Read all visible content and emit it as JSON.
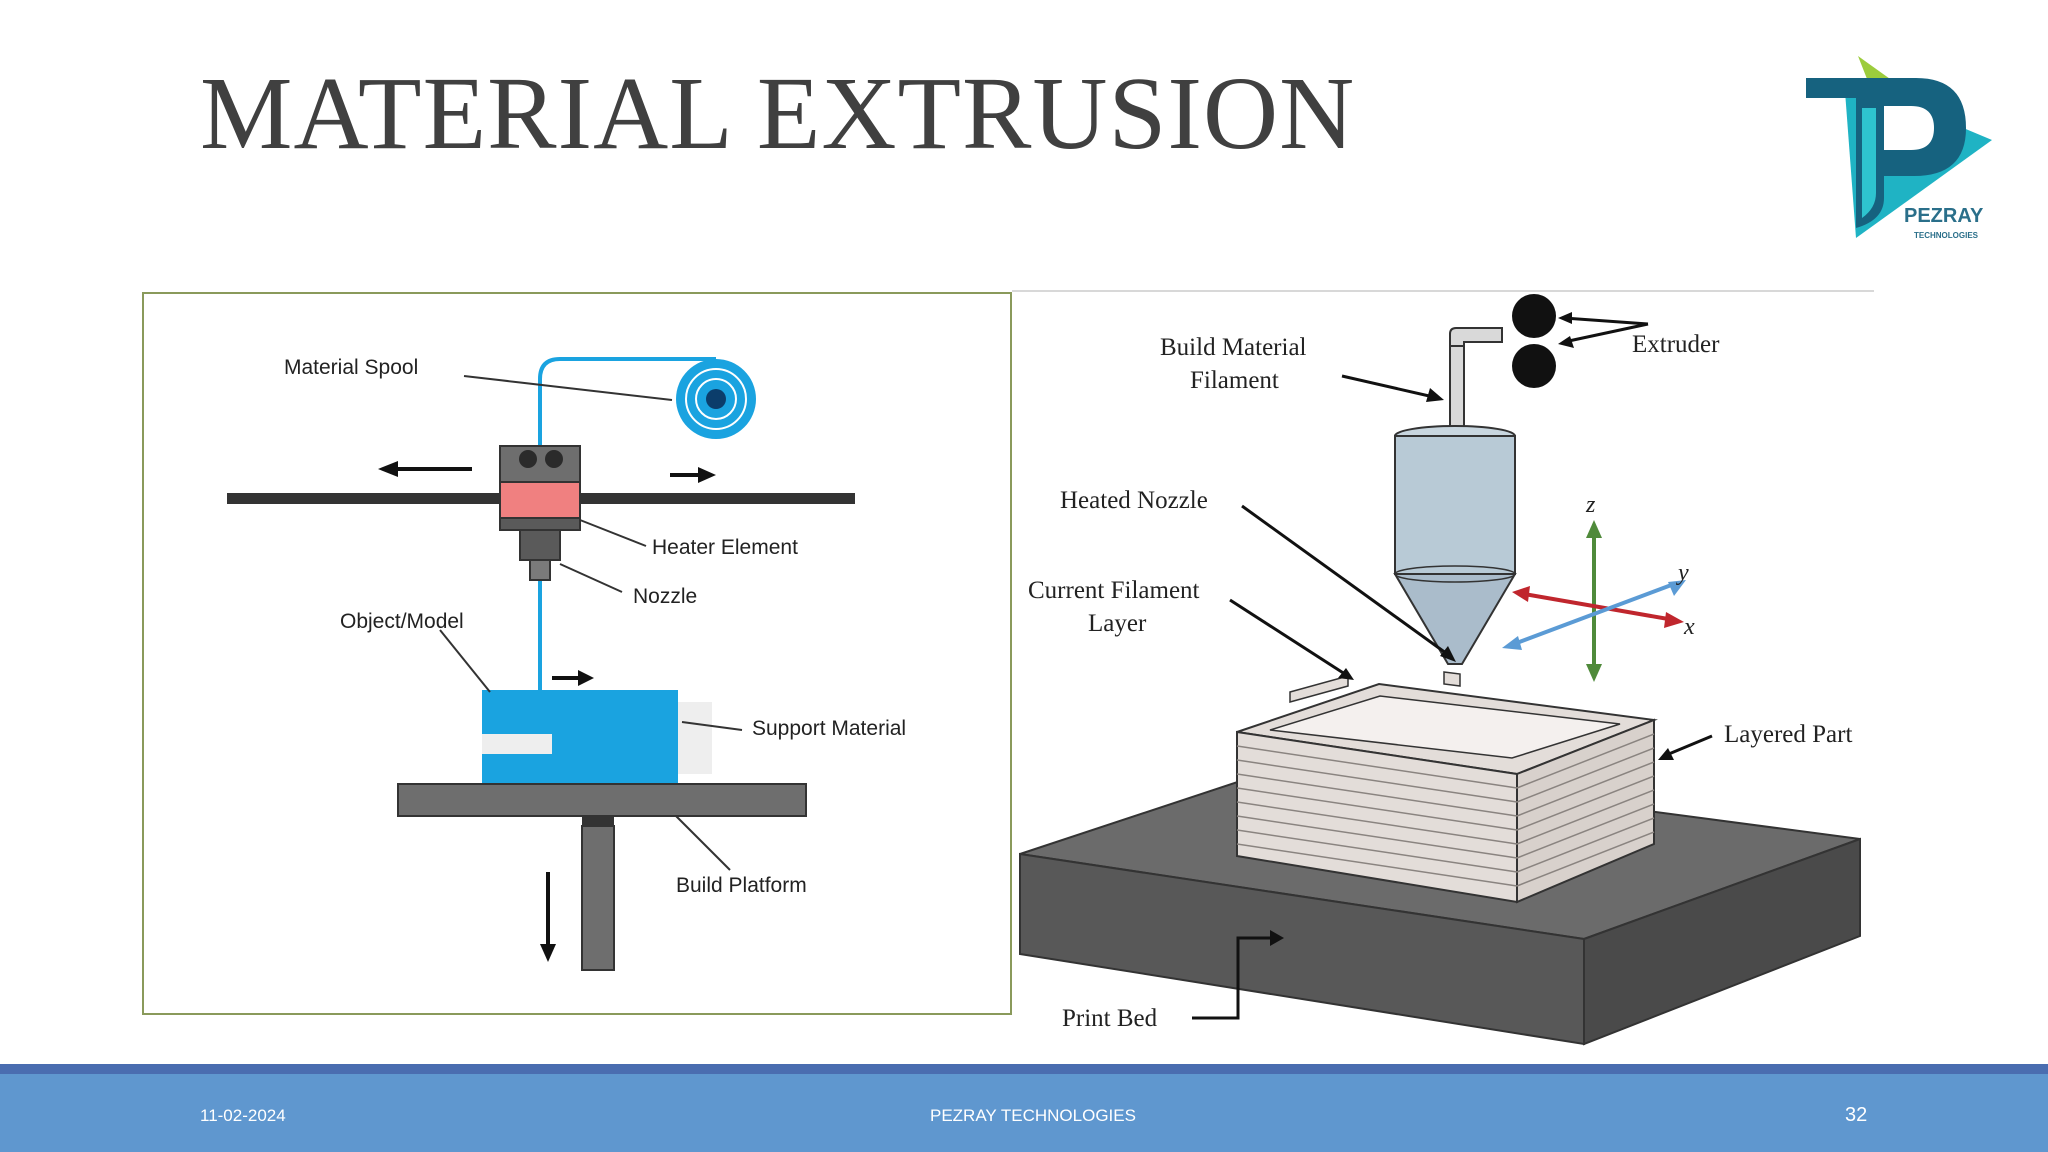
{
  "slide": {
    "title": "MATERIAL EXTRUSION"
  },
  "logo": {
    "name": "PEZRAY",
    "subtitle": "TECHNOLOGIES",
    "colors": {
      "teal": "#1fb3c4",
      "dark": "#16627f",
      "green": "#9ccc3c"
    }
  },
  "left_diagram": {
    "labels": {
      "material_spool": "Material Spool",
      "heater_element": "Heater Element",
      "nozzle": "Nozzle",
      "object_model": "Object/Model",
      "support_material": "Support Material",
      "build_platform": "Build Platform"
    },
    "colors": {
      "filament": "#1aa3e0",
      "heater": "#f08080",
      "frame": "#4d4d4d",
      "border": "#8a9a5b"
    }
  },
  "right_diagram": {
    "labels": {
      "build_material_filament_line1": "Build Material",
      "build_material_filament_line2": "Filament",
      "extruder": "Extruder",
      "heated_nozzle": "Heated Nozzle",
      "current_filament_layer_line1": "Current Filament",
      "current_filament_layer_line2": "Layer",
      "layered_part": "Layered Part",
      "print_bed": "Print Bed"
    },
    "axes": {
      "z": "z",
      "y": "y",
      "x": "x"
    },
    "colors": {
      "nozzle": "#b8cad6",
      "bed": "#6b6b6b",
      "part": "#e3ddd9",
      "z_axis": "#4f8a3a",
      "x_axis": "#c0262d",
      "y_axis": "#5b9bd5"
    }
  },
  "footer": {
    "date": "11-02-2024",
    "company": "PEZRAY TECHNOLOGIES",
    "page": "32"
  }
}
